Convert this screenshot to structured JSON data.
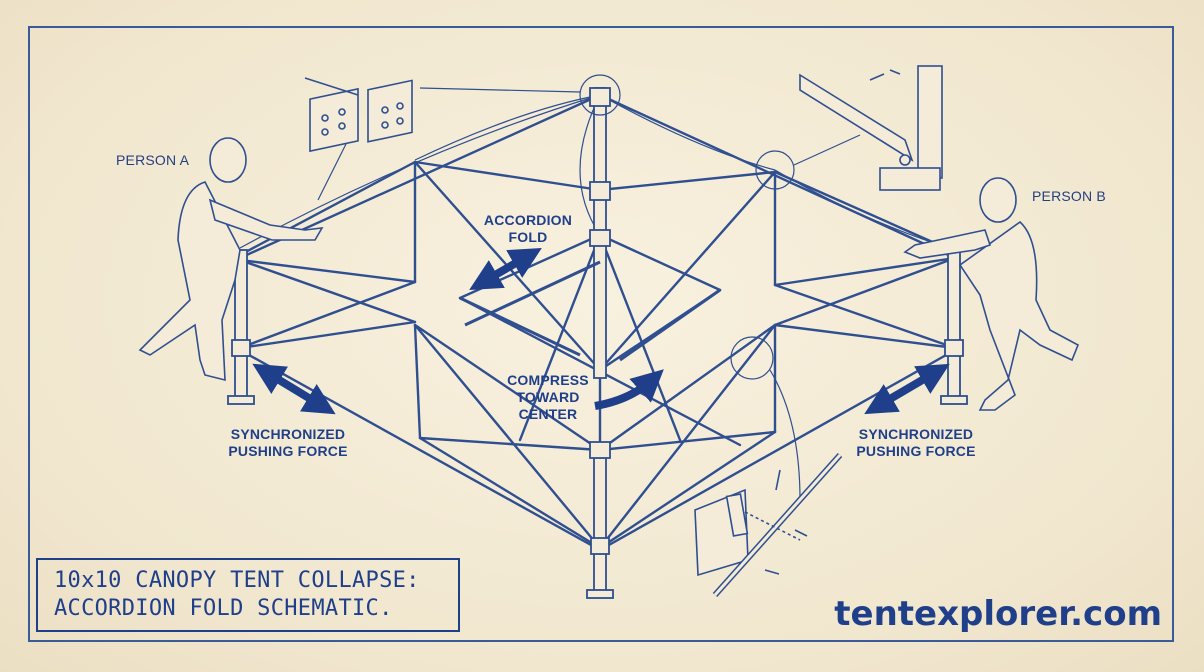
{
  "labels": {
    "person_a": "PERSON A",
    "person_b": "PERSON B",
    "accordion_fold": [
      "ACCORDION",
      "FOLD"
    ],
    "compress": [
      "COMPRESS",
      "TOWARD",
      "CENTER"
    ],
    "sync_left": [
      "SYNCHRONIZED",
      "PUSHING FORCE"
    ],
    "sync_right": [
      "SYNCHRONIZED",
      "PUSHING FORCE"
    ]
  },
  "title": [
    "10x10 CANOPY TENT COLLAPSE:",
    "ACCORDION FOLD SCHEMATIC."
  ],
  "brand": "tentexplorer.com",
  "colors": {
    "ink": "#1f3f8a",
    "line": "#2f4f90",
    "paper": "#f4ecd8",
    "arrow": "#1f3f8a"
  }
}
